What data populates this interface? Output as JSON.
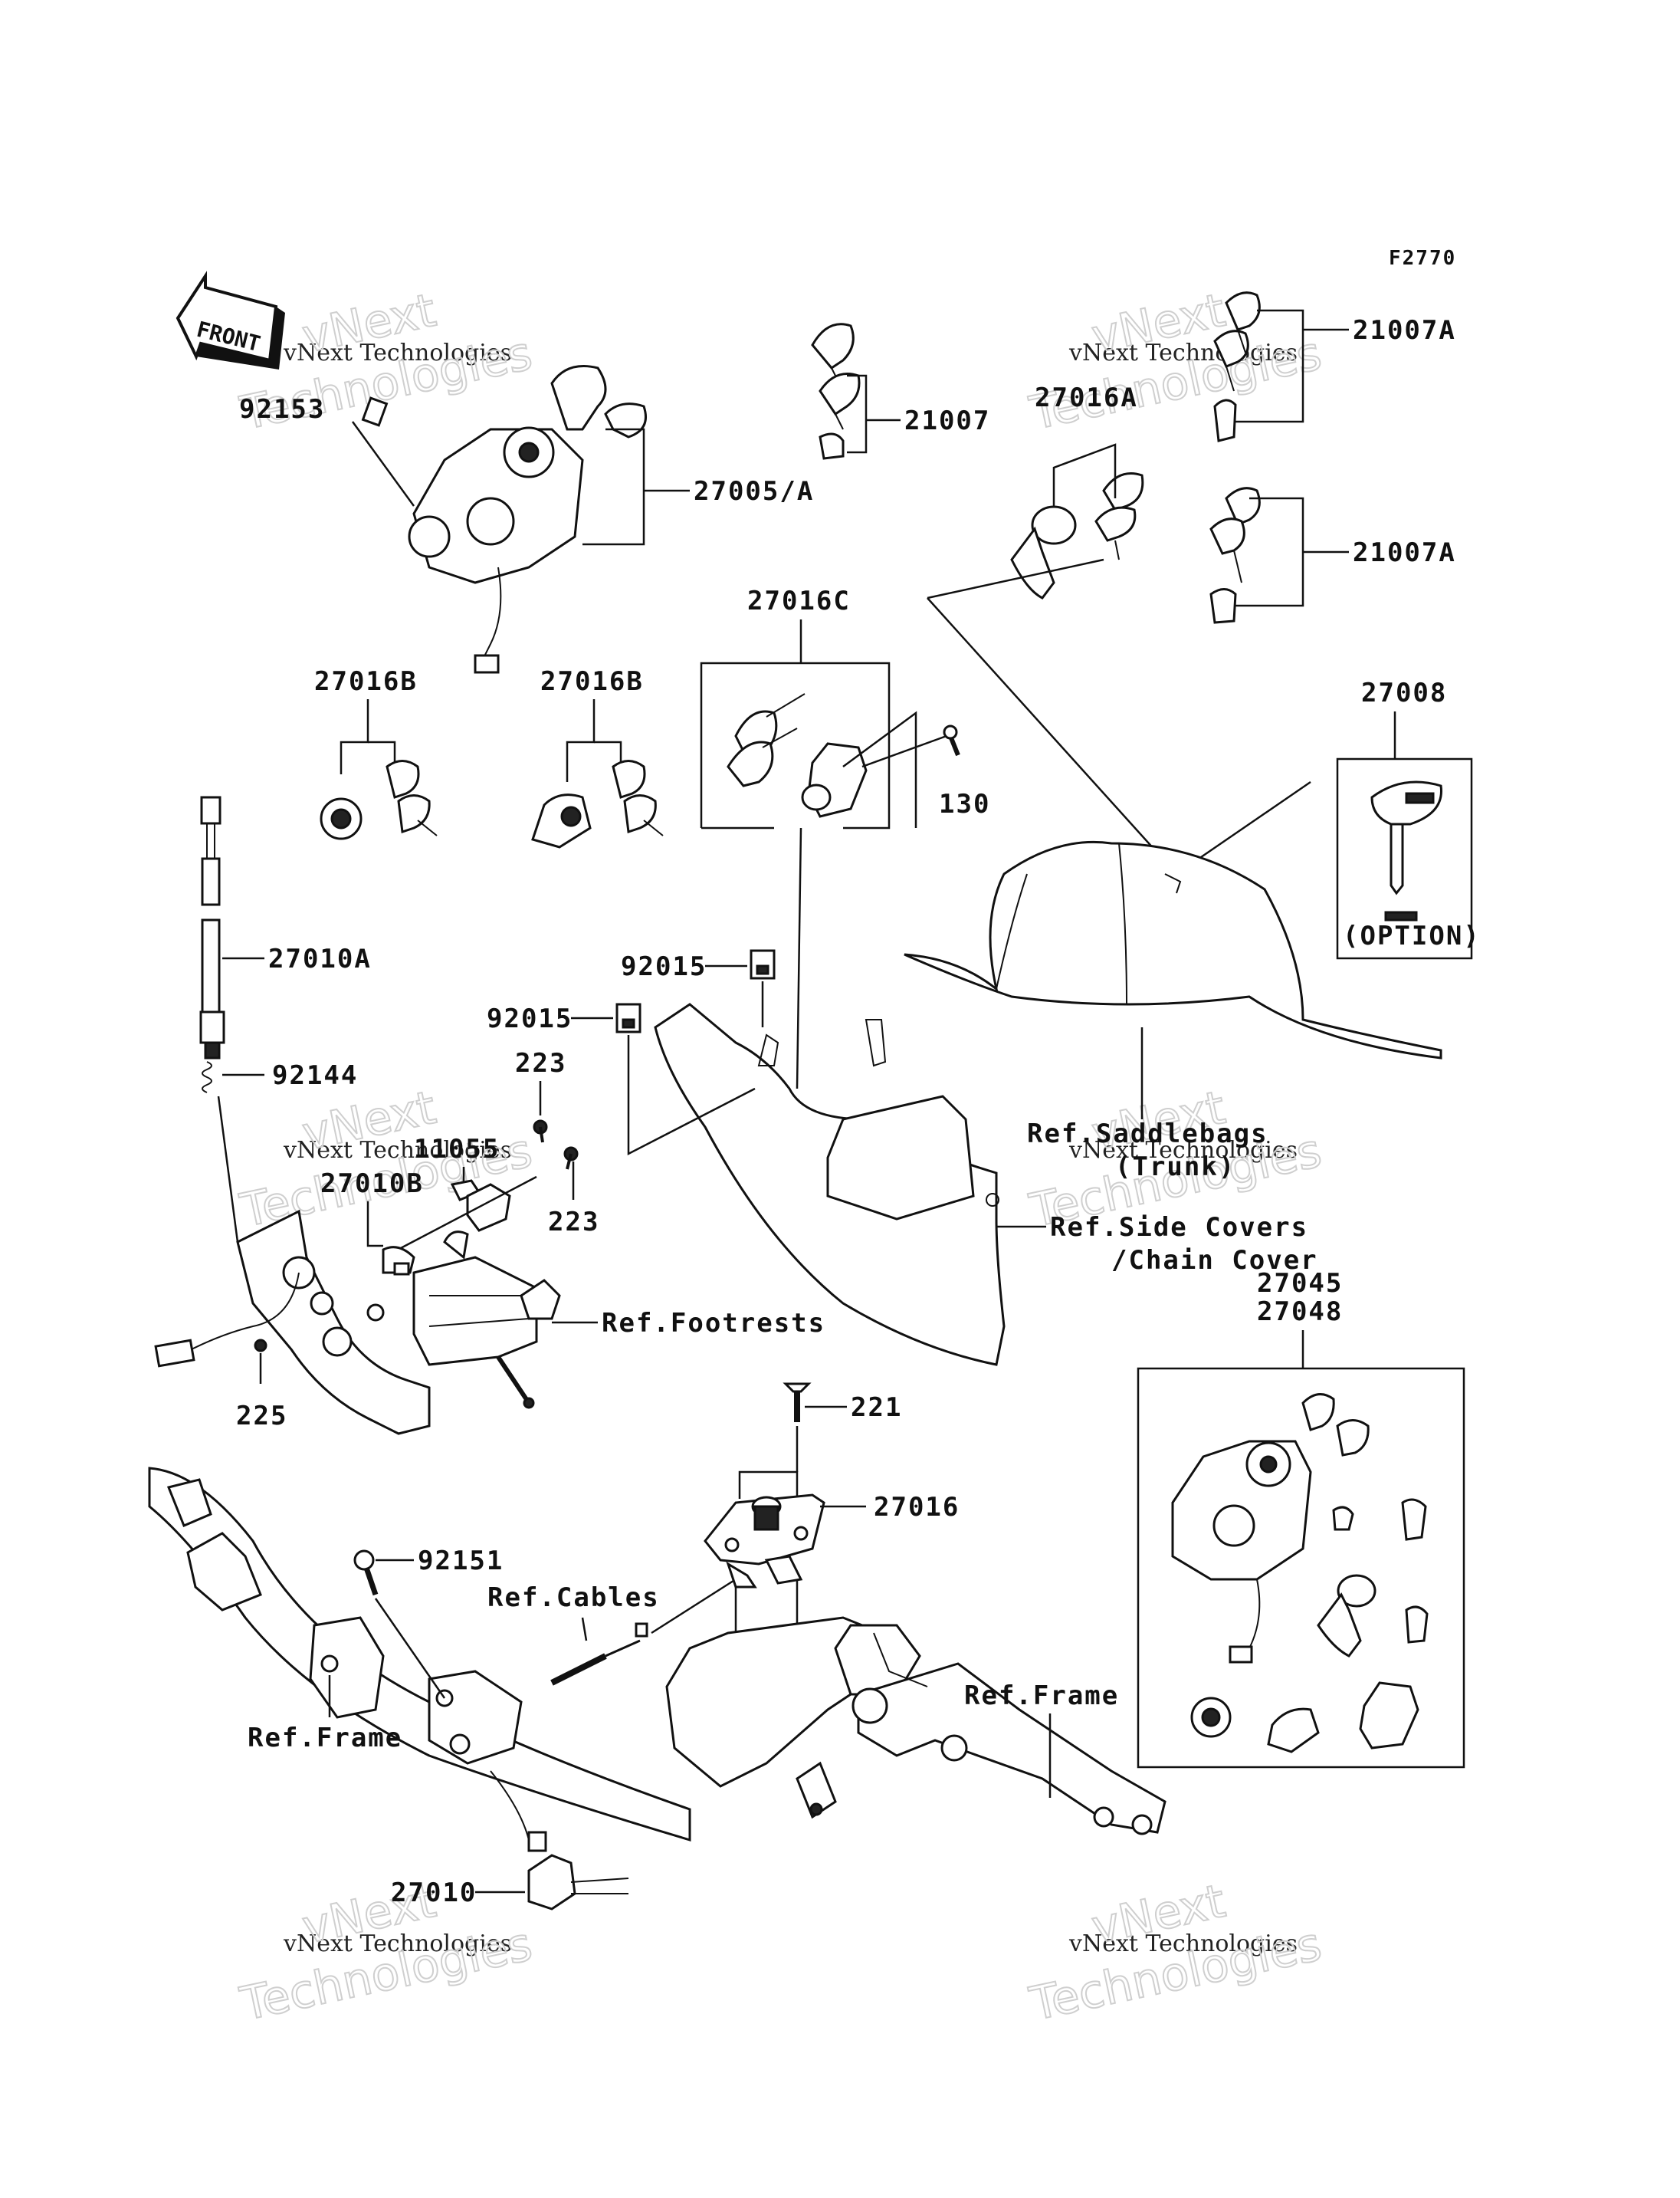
{
  "figure_code": "F2770",
  "front_badge": "FRONT",
  "watermark": {
    "line1": "vNext Technologies",
    "line2": "vNext",
    "line3": "Technologies"
  },
  "labels": {
    "p92153": "92153",
    "p27005A": "27005/A",
    "p21007": "21007",
    "p21007A_top": "21007A",
    "p27016A": "27016A",
    "p21007A_mid": "21007A",
    "p27016C": "27016C",
    "p27016B_left": "27016B",
    "p27016B_right": "27016B",
    "p130": "130",
    "p27008": "27008",
    "option": "(OPTION)",
    "p27010A": "27010A",
    "p92015_top": "92015",
    "p92015_bot": "92015",
    "p92144": "92144",
    "p223_top": "223",
    "p11055": "11055",
    "p27010B": "27010B",
    "p223_bot": "223",
    "ref_saddlebags": "Ref.Saddlebags",
    "ref_trunk": "(Trunk)",
    "ref_side_covers": "Ref.Side Covers",
    "ref_chain_cover": "/Chain Cover",
    "p27045": "27045",
    "p27048": "27048",
    "ref_footrests": "Ref.Footrests",
    "p225": "225",
    "p221": "221",
    "p27016": "27016",
    "p92151": "92151",
    "ref_cables": "Ref.Cables",
    "ref_frame_left": "Ref.Frame",
    "ref_frame_right": "Ref.Frame",
    "p27010": "27010"
  }
}
